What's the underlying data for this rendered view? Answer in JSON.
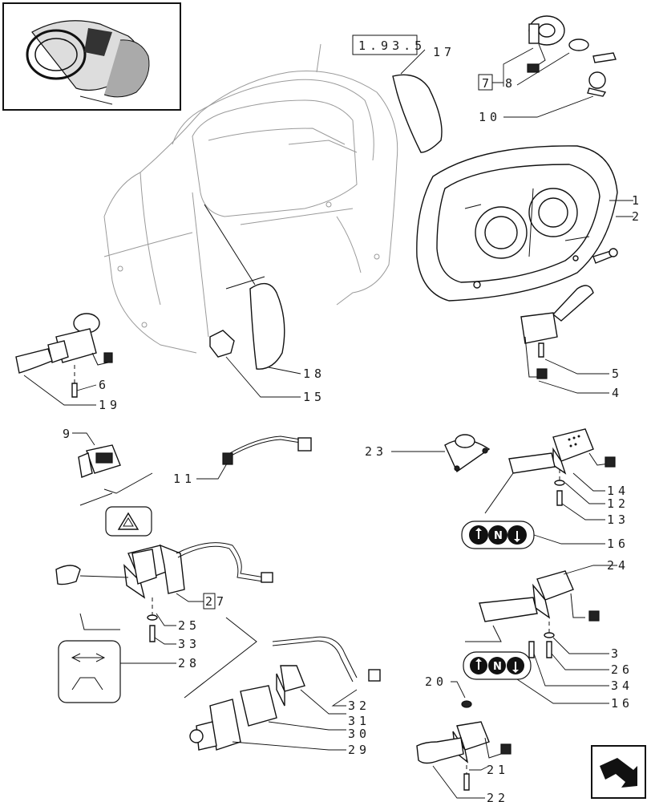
{
  "diagram": {
    "reference_box": "1.93.5",
    "callouts": {
      "c1": "1",
      "c2": "2",
      "c3": "3",
      "c4": "4",
      "c5": "5",
      "c6": "6",
      "c7": "7",
      "c8": "8",
      "c9": "9",
      "c10": "10",
      "c11": "11",
      "c12": "12",
      "c13": "13",
      "c14": "14",
      "c15": "15",
      "c16a": "16",
      "c16b": "16",
      "c17": "17",
      "c18": "18",
      "c19": "19",
      "c20": "20",
      "c21": "21",
      "c22": "22",
      "c23": "23",
      "c24": "24",
      "c25": "25",
      "c26": "26",
      "c27": "27",
      "c28": "28",
      "c29": "29",
      "c30": "30",
      "c31": "31",
      "c32": "32",
      "c33": "33",
      "c34": "34"
    },
    "symbol_letters": {
      "neutral": "N"
    },
    "icons": [
      "tractor-thumbnail-icon",
      "hazard-triangle-icon",
      "direction-arrows-icon",
      "next-page-arrow-icon"
    ]
  }
}
